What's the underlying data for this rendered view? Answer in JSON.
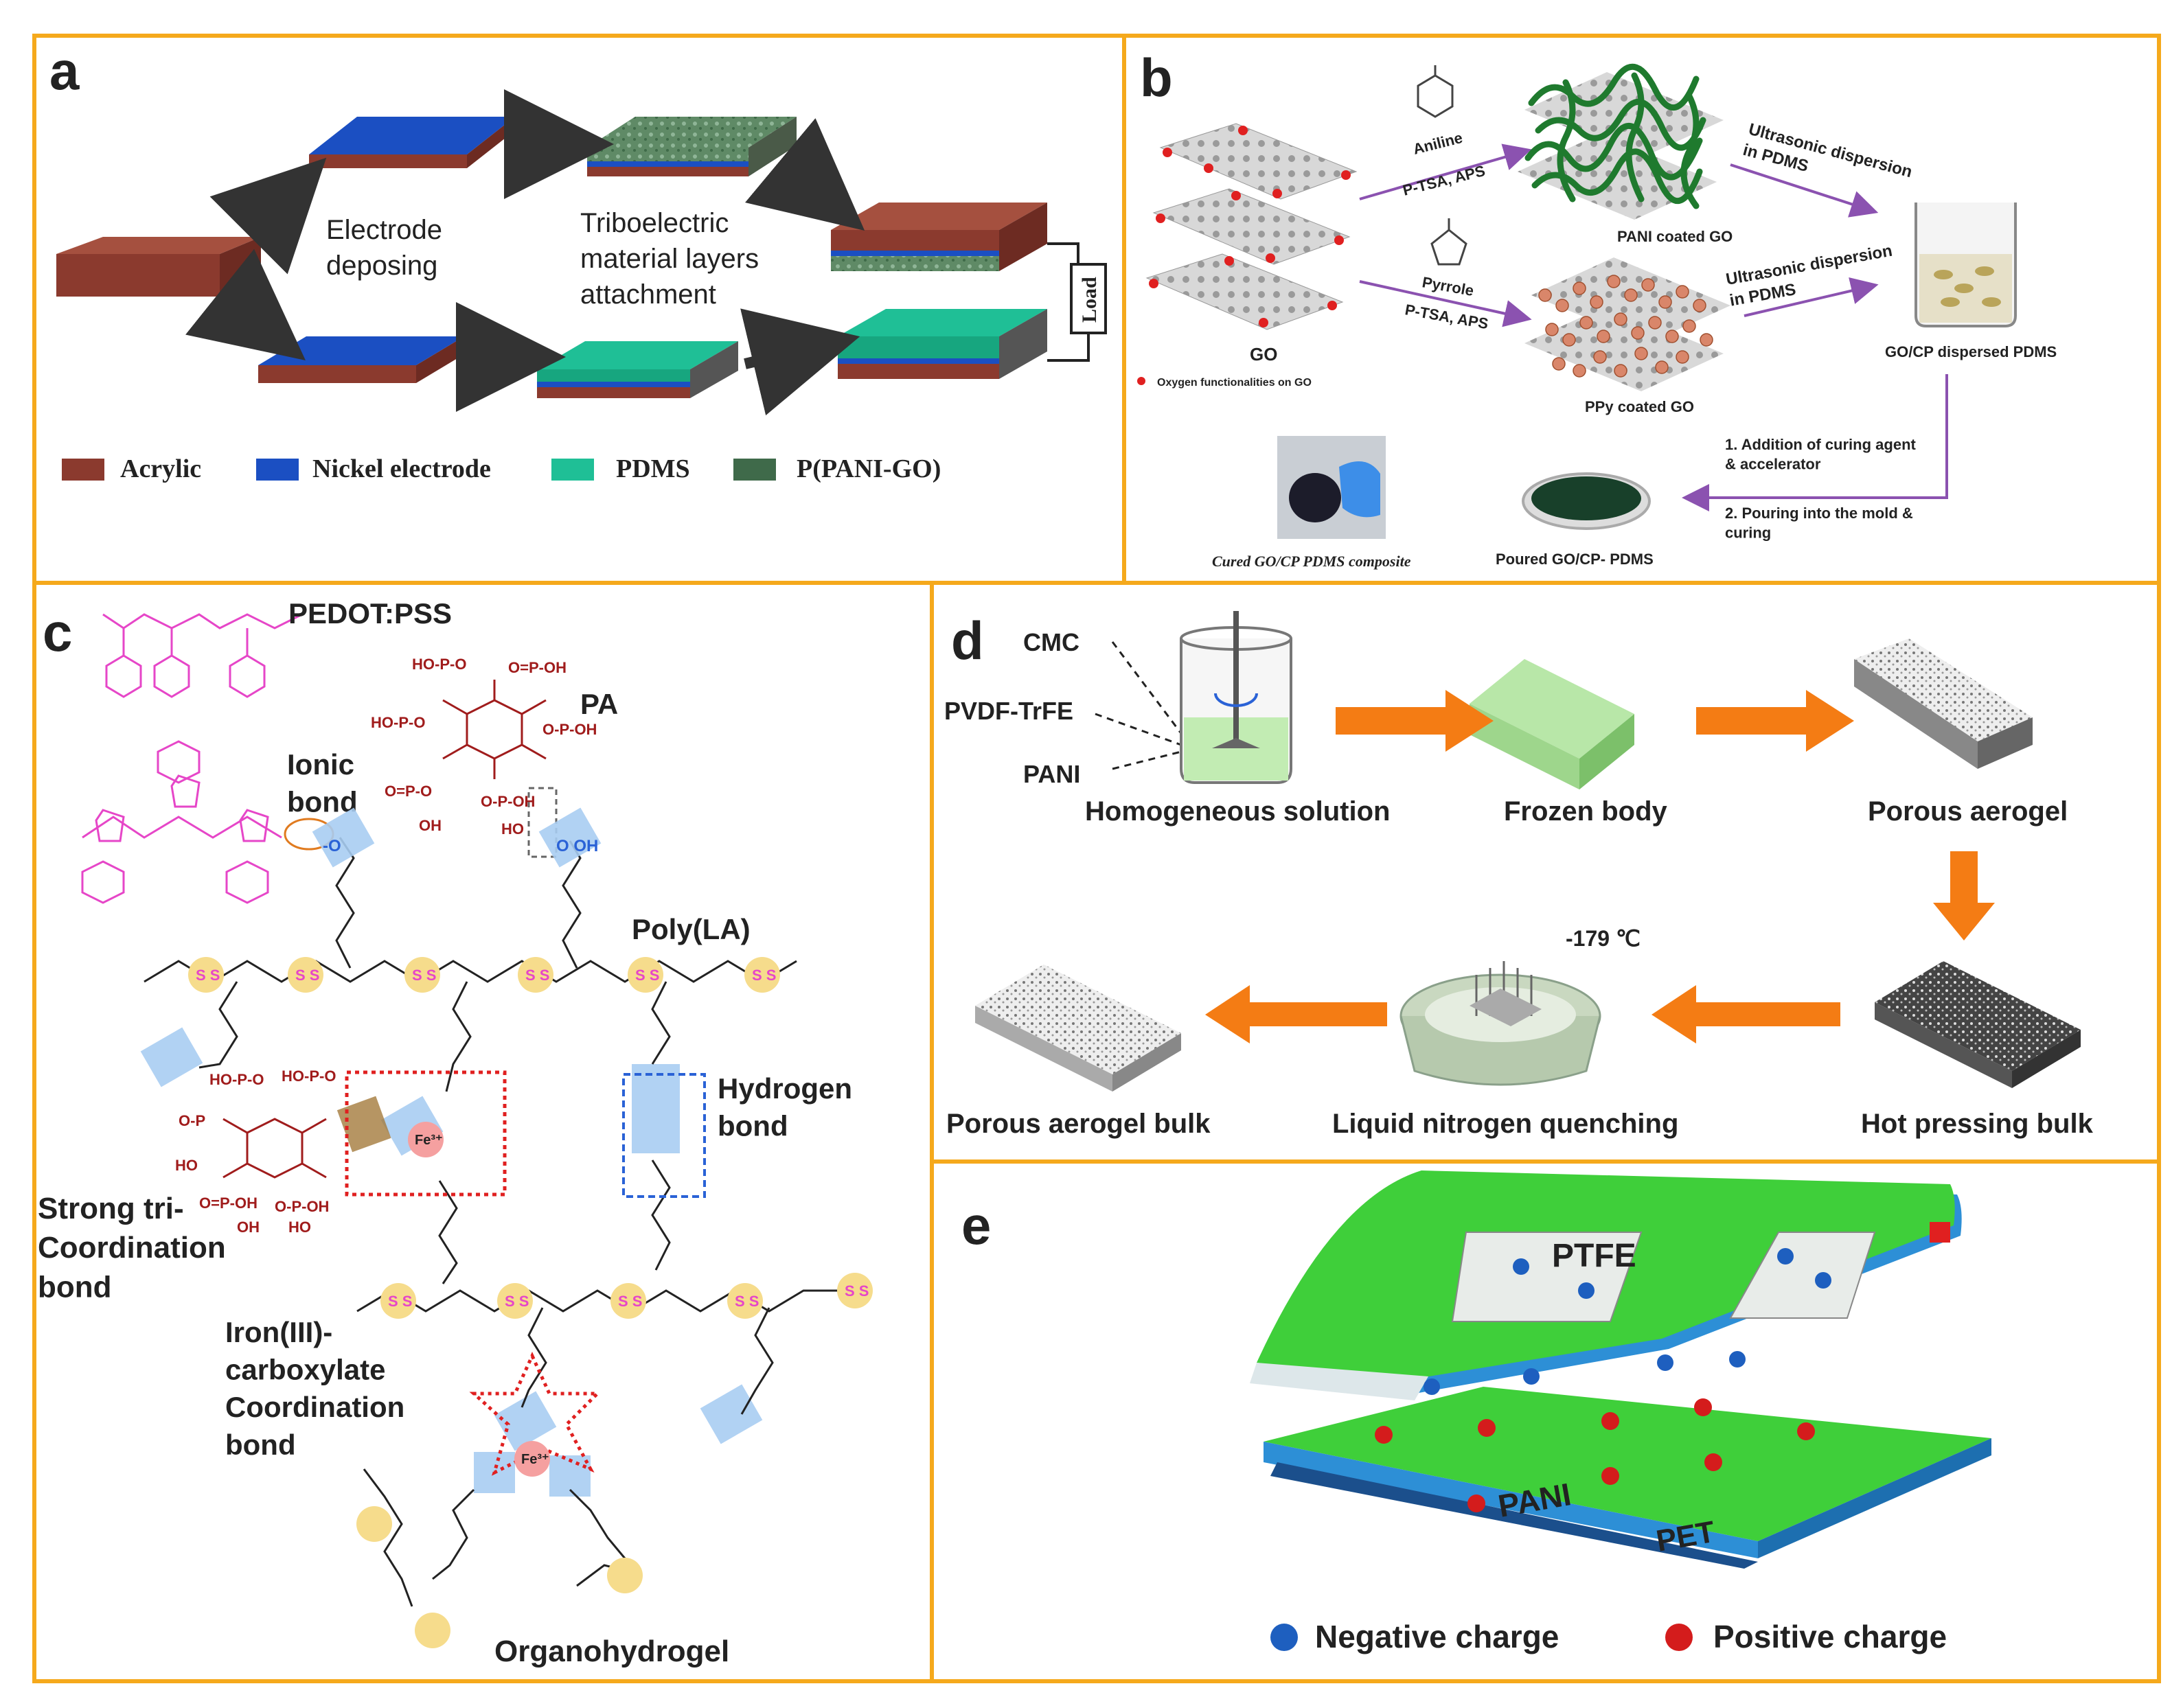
{
  "colors": {
    "frame": "#f5a91c",
    "acrylic": "#8b3a2e",
    "nickel": "#1b4fc2",
    "pdms": "#1fbf96",
    "pani_go": "#3f6a4a",
    "arrow_orange": "#f47c14",
    "purple": "#8b52b0",
    "pedot": "#e646c8",
    "pa": "#a01c1c",
    "carboxyl": "#2a62d6",
    "polyla": "#f08c8c",
    "organo": "#1fb043",
    "film_green": "#3fcf3a",
    "pet_blue": "#2d8fd6",
    "neg": "#1e5fbf",
    "pos": "#d41c1c"
  },
  "panel_a": {
    "label": "a",
    "electrode": "Electrode\ndeposing",
    "tribo": "Triboelectric\nmaterial layers\nattachment",
    "load": "Load",
    "legend": [
      "Acrylic",
      "Nickel electrode",
      "PDMS",
      "P(PANI-GO)"
    ]
  },
  "panel_b": {
    "label": "b",
    "aniline": "Aniline",
    "ptsa1": "P-TSA, APS",
    "pyrrole": "Pyrrole",
    "ptsa2": "P-TSA, APS",
    "go": "GO",
    "oxygen": "Oxygen functionalities on GO",
    "pani_go": "PANI coated GO",
    "ppy_go": "PPy coated GO",
    "ultra1": "Ultrasonic dispersion\nin PDMS",
    "ultra2": "Ultrasonic dispersion\nin PDMS",
    "gocp": "GO/CP dispersed PDMS",
    "step1": "1. Addition of curing agent\n& accelerator",
    "step2": "2. Pouring into the mold &\ncuring",
    "cured": "Cured GO/CP PDMS composite",
    "poured": "Poured GO/CP- PDMS"
  },
  "panel_c": {
    "label": "c",
    "pedot": "PEDOT:PSS",
    "pa": "PA",
    "ionic": "Ionic\nbond",
    "polyla": "Poly(LA)",
    "hydrogen": "Hydrogen\nbond",
    "strong": "Strong tri-\nCoordination\nbond",
    "iron": "Iron(III)-\ncarboxylate\nCoordination\nbond",
    "organo": "Organohydrogel",
    "fe": "Fe³⁺"
  },
  "panel_d": {
    "label": "d",
    "cmc": "CMC",
    "pvdf": "PVDF-TrFE",
    "pani": "PANI",
    "homog": "Homogeneous solution",
    "frozen": "Frozen body",
    "porous": "Porous aerogel",
    "temp": "-179 ℃",
    "bulk": "Porous aerogel bulk",
    "quench": "Liquid nitrogen quenching",
    "hot": "Hot pressing bulk"
  },
  "panel_e": {
    "label": "e",
    "ptfe": "PTFE",
    "pani": "PANI",
    "pet": "PET",
    "neg": "Negative charge",
    "pos": "Positive charge"
  }
}
